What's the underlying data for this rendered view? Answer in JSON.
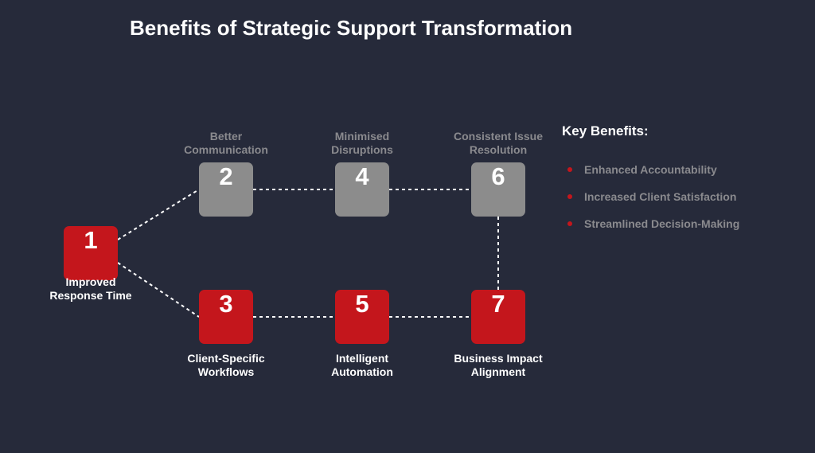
{
  "title": "Benefits of Strategic Support Transformation",
  "nodes": [
    {
      "id": 1,
      "number": "1",
      "label_lines": [
        "",
        "Improved",
        "Response Time"
      ],
      "color": "#c4161c"
    },
    {
      "id": 2,
      "number": "2",
      "label_lines": [
        "Better",
        "Communication"
      ],
      "color": "#8c8c8c"
    },
    {
      "id": 3,
      "number": "3",
      "label_lines": [
        "Client-Specific",
        "Workflows"
      ],
      "color": "#c4161c"
    },
    {
      "id": 4,
      "number": "4",
      "label_lines": [
        "Minimised",
        "Disruptions"
      ],
      "color": "#8c8c8c"
    },
    {
      "id": 5,
      "number": "5",
      "label_lines": [
        "Intelligent",
        "Automation"
      ],
      "color": "#c4161c"
    },
    {
      "id": 6,
      "number": "6",
      "label_lines": [
        "Consistent Issue",
        "Resolution"
      ],
      "color": "#8c8c8c"
    },
    {
      "id": 7,
      "number": "7",
      "label_lines": [
        "Business Impact",
        "Alignment"
      ],
      "color": "#c4161c"
    }
  ],
  "key_benefits": {
    "title": "Key Benefits:",
    "items": [
      "Enhanced Accountability",
      "Increased Client Satisfaction",
      "Streamlined Decision-Making"
    ],
    "bullet_color": "#c4161c"
  }
}
